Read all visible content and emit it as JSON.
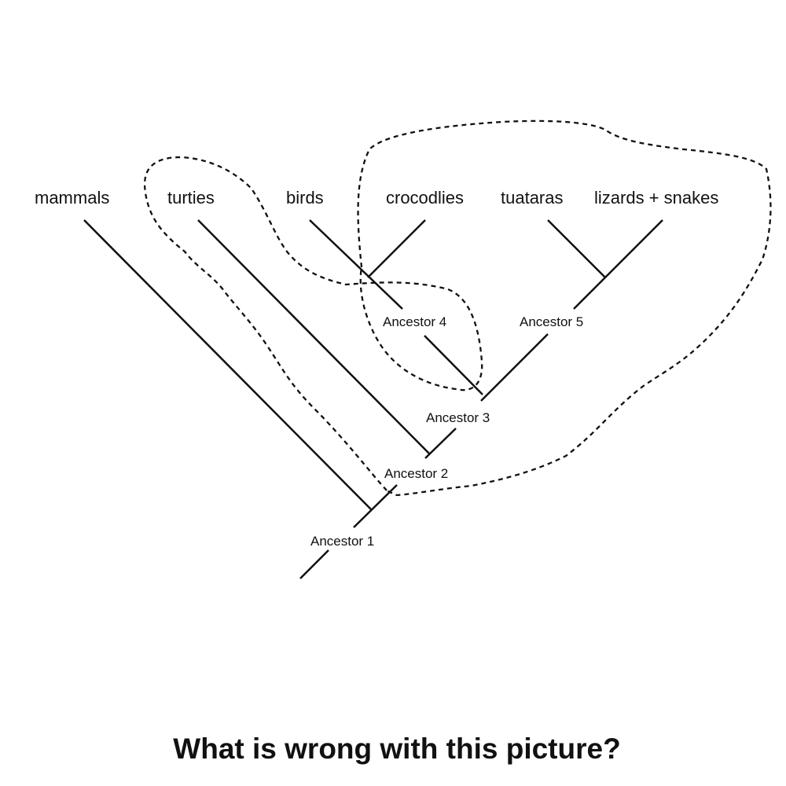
{
  "taxa": [
    "mammals",
    "turties",
    "birds",
    "crocodlies",
    "tuataras",
    "lizards + snakes"
  ],
  "ancestors": [
    "Ancestor 1",
    "Ancestor 2",
    "Ancestor 3",
    "Ancestor 4",
    "Ancestor 5"
  ],
  "question": "What is wrong with this picture?"
}
